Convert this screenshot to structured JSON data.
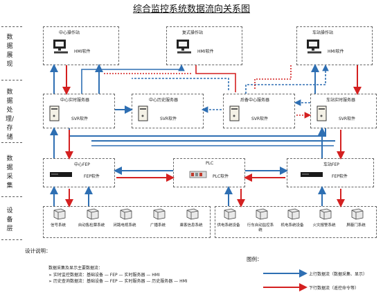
{
  "title": "综合监控系统数据流向关系图",
  "layers": {
    "display": "数据展现",
    "process": "数据处理/存储",
    "collect": "数据采集",
    "device": "设备层"
  },
  "display_nodes": {
    "center_ws": "中心操作站",
    "center_ws_sw": "HMI软件",
    "redundant_ws": "复式操作站",
    "redundant_ws_sw": "HMI软件",
    "station_ws": "车站操作站",
    "station_ws_sw": "HMI软件"
  },
  "process_nodes": {
    "center_rt": "中心实时服务器",
    "center_rt_sw": "SVR软件",
    "center_hist": "中心历史服务器",
    "center_hist_sw": "SVR软件",
    "backup_center": "后备中心服务器",
    "backup_center_sw": "SVR软件",
    "station_rt": "车站实时服务器",
    "station_rt_sw": "SVR软件"
  },
  "collect_nodes": {
    "center_fep": "中心FEP",
    "center_fep_sw": "FEP软件",
    "plc": "PLC",
    "plc_sw": "PLC软件",
    "station_fep": "车站FEP",
    "station_fep_sw": "FEP软件"
  },
  "devices_left": [
    "信号系统",
    "自动售检票系统",
    "闭路电视系统",
    "广播系统",
    "乘客信息系统"
  ],
  "devices_right": [
    "供电系统设备",
    "行车自动监控系统",
    "机电系统设备",
    "火灾报警系统",
    "屏蔽门系统"
  ],
  "notes": {
    "heading": "设计说明：",
    "intro": "数据采集及显示主要数据流：",
    "item1": "实时监控数据流：基础设备 — FEP — 实时服务器 — HMI",
    "item2": "历史查询数据流：基础设备 — FEP — 实时服务器 — 历史服务器 — HMI",
    "bullet": "➢"
  },
  "legend": {
    "heading": "图例：",
    "up": "上行数据流（数据采集、显示）",
    "down": "下行数据流（遥控命令等）",
    "up_color": "#2e6fb3",
    "down_color": "#d42020"
  }
}
